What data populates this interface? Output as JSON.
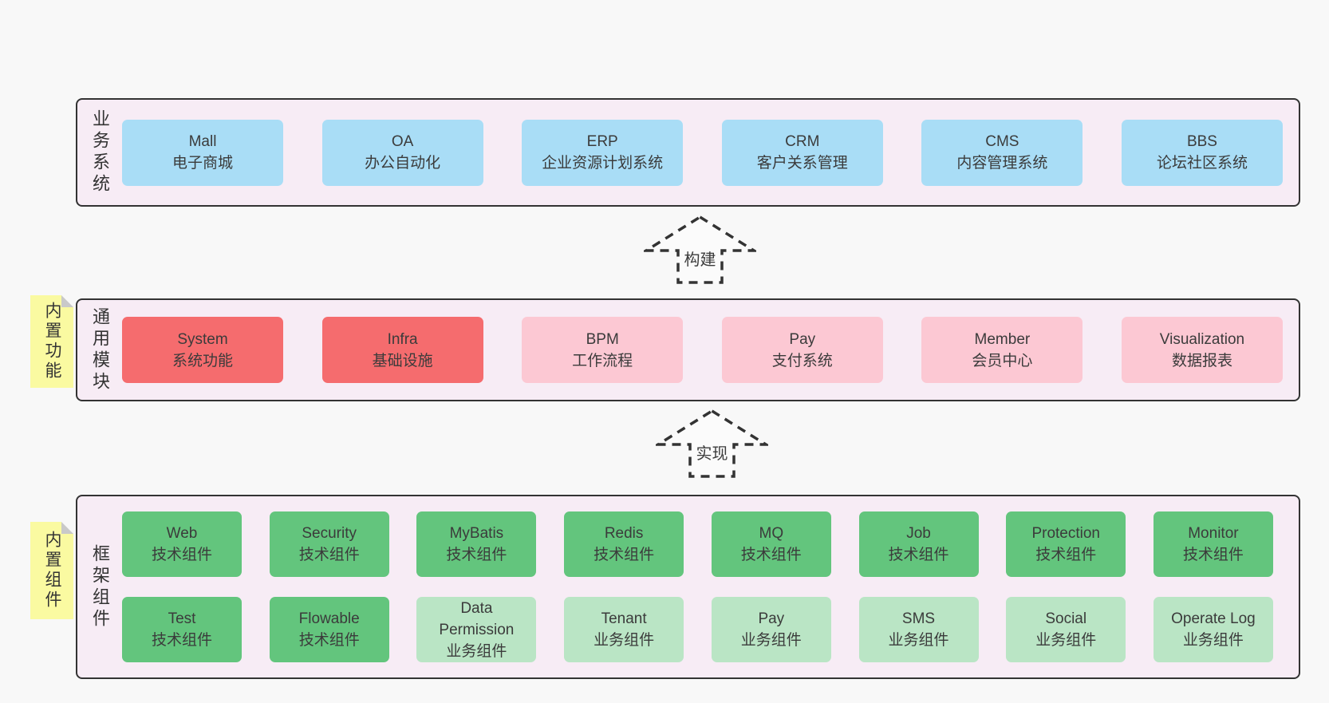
{
  "colors": {
    "page_bg": "#f8f8f8",
    "panel_bg": "#f7ecf5",
    "panel_border": "#333333",
    "blue_box": "#a9ddf6",
    "red_box": "#f56c6e",
    "pink_box": "#fcc8d3",
    "green_box": "#63c57d",
    "green_light_box": "#bae5c5",
    "sticky_bg": "#fafaa1",
    "sticky_fold": "#c9c9c9",
    "text": "#3b3b3b"
  },
  "diagram": {
    "sections": {
      "business": {
        "label": "业务系统",
        "boxes": [
          {
            "title": "Mall",
            "subtitle": "电子商城",
            "variant": "blue"
          },
          {
            "title": "OA",
            "subtitle": "办公自动化",
            "variant": "blue"
          },
          {
            "title": "ERP",
            "subtitle": "企业资源计划系统",
            "variant": "blue"
          },
          {
            "title": "CRM",
            "subtitle": "客户关系管理",
            "variant": "blue"
          },
          {
            "title": "CMS",
            "subtitle": "内容管理系统",
            "variant": "blue"
          },
          {
            "title": "BBS",
            "subtitle": "论坛社区系统",
            "variant": "blue"
          }
        ]
      },
      "modules": {
        "label": "通用模块",
        "sticky": "内置功能",
        "boxes": [
          {
            "title": "System",
            "subtitle": "系统功能",
            "variant": "red"
          },
          {
            "title": "Infra",
            "subtitle": "基础设施",
            "variant": "red"
          },
          {
            "title": "BPM",
            "subtitle": "工作流程",
            "variant": "pink"
          },
          {
            "title": "Pay",
            "subtitle": "支付系统",
            "variant": "pink"
          },
          {
            "title": "Member",
            "subtitle": "会员中心",
            "variant": "pink"
          },
          {
            "title": "Visualization",
            "subtitle": "数据报表",
            "variant": "pink"
          }
        ]
      },
      "components": {
        "label": "框架组件",
        "sticky": "内置组件",
        "row1": [
          {
            "title": "Web",
            "subtitle": "技术组件",
            "variant": "green"
          },
          {
            "title": "Security",
            "subtitle": "技术组件",
            "variant": "green"
          },
          {
            "title": "MyBatis",
            "subtitle": "技术组件",
            "variant": "green"
          },
          {
            "title": "Redis",
            "subtitle": "技术组件",
            "variant": "green"
          },
          {
            "title": "MQ",
            "subtitle": "技术组件",
            "variant": "green"
          },
          {
            "title": "Job",
            "subtitle": "技术组件",
            "variant": "green"
          },
          {
            "title": "Protection",
            "subtitle": "技术组件",
            "variant": "green"
          },
          {
            "title": "Monitor",
            "subtitle": "技术组件",
            "variant": "green"
          }
        ],
        "row2": [
          {
            "title": "Test",
            "subtitle": "技术组件",
            "variant": "green"
          },
          {
            "title": "Flowable",
            "subtitle": "技术组件",
            "variant": "green"
          },
          {
            "title": "Data Permission",
            "subtitle": "业务组件",
            "variant": "green-light"
          },
          {
            "title": "Tenant",
            "subtitle": "业务组件",
            "variant": "green-light"
          },
          {
            "title": "Pay",
            "subtitle": "业务组件",
            "variant": "green-light"
          },
          {
            "title": "SMS",
            "subtitle": "业务组件",
            "variant": "green-light"
          },
          {
            "title": "Social",
            "subtitle": "业务组件",
            "variant": "green-light"
          },
          {
            "title": "Operate Log",
            "subtitle": "业务组件",
            "variant": "green-light"
          }
        ]
      }
    },
    "arrows": {
      "build": "构建",
      "implement": "实现"
    }
  }
}
